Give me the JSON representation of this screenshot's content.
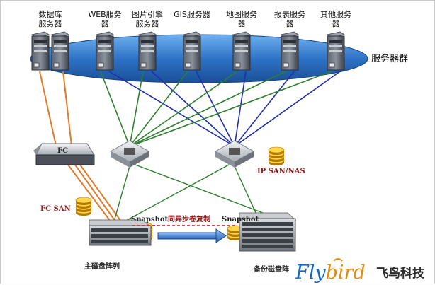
{
  "servers": [
    {
      "label_lines": [
        "数据库",
        "服务器"
      ],
      "units": 2
    },
    {
      "label_lines": [
        "WEB服务",
        "器"
      ],
      "units": 1
    },
    {
      "label_lines": [
        "图片引擎",
        "服务器"
      ],
      "units": 1
    },
    {
      "label_lines": [
        "GIS服务器"
      ],
      "units": 1
    },
    {
      "label_lines": [
        "地图服务",
        "器"
      ],
      "units": 1
    },
    {
      "label_lines": [
        "报表服务",
        "器"
      ],
      "units": 1
    },
    {
      "label_lines": [
        "其他服务",
        "器"
      ],
      "units": 1
    }
  ],
  "server_group_label": "服务器群",
  "fc_switch_label": "FC",
  "fc_san_label": "FC SAN",
  "ip_san_label": "IP SAN/NAS",
  "snapshot_left": "Snapshot",
  "sync_label": "同异步卷复制",
  "snapshot_right": "Snapshot",
  "primary_array_label": "主磁盘阵列",
  "backup_array_label": "备份磁盘阵",
  "brand": {
    "name_fly": "Fly",
    "name_bird": "bird",
    "chinese": "飞鸟科技"
  },
  "colors": {
    "fc_link": "#e07b2a",
    "ip_link_green": "#2d7f2d",
    "ip_link_blue": "#1f2fb0",
    "ellipse": "#2e73c6",
    "brand_blue": "#1566c0",
    "brand_orange": "#e58a12",
    "replication_red": "#cc1111"
  }
}
